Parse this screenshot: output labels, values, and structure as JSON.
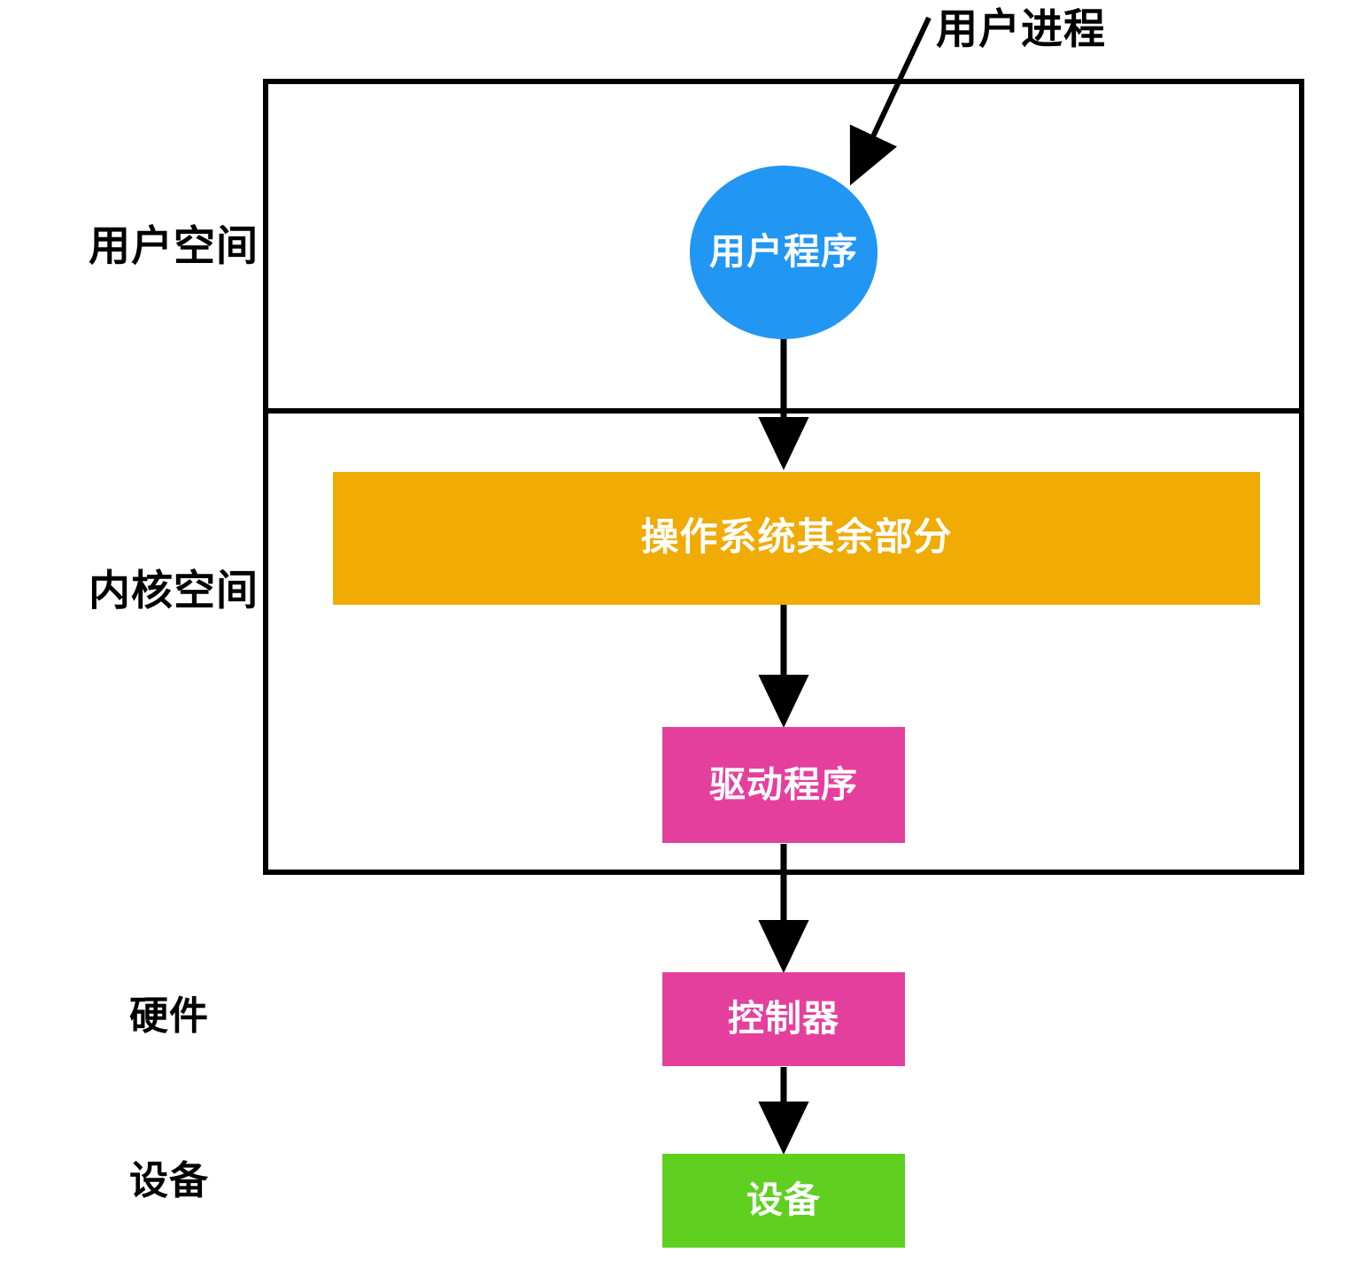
{
  "diagram": {
    "title_annotation": "用户进程",
    "zones": [
      {
        "id": "user-space",
        "label": "用户空间"
      },
      {
        "id": "kernel-space",
        "label": "内核空间"
      },
      {
        "id": "hardware",
        "label": "硬件"
      },
      {
        "id": "device",
        "label": "设备"
      }
    ],
    "nodes": [
      {
        "id": "user-program",
        "label": "用户程序",
        "shape": "ellipse",
        "fill": "#2196F3",
        "text_color": "#ffffff"
      },
      {
        "id": "os-rest",
        "label": "操作系统其余部分",
        "shape": "bar",
        "fill": "#F0AB05",
        "text_color": "#ffffff"
      },
      {
        "id": "driver",
        "label": "驱动程序",
        "shape": "rect",
        "fill": "#E53F9E",
        "text_color": "#ffffff"
      },
      {
        "id": "controller",
        "label": "控制器",
        "shape": "rect",
        "fill": "#E53F9E",
        "text_color": "#ffffff"
      },
      {
        "id": "device-box",
        "label": "设备",
        "shape": "rect",
        "fill": "#5FD020",
        "text_color": "#ffffff"
      }
    ],
    "connectors": [
      {
        "id": "user-program-to-os-rest",
        "from": "user-program",
        "to": "os-rest",
        "style": "arrow-down"
      },
      {
        "id": "os-rest-to-driver",
        "from": "os-rest",
        "to": "driver",
        "style": "arrow-down"
      },
      {
        "id": "driver-to-controller",
        "from": "driver",
        "to": "controller",
        "style": "arrow-down"
      },
      {
        "id": "controller-to-device",
        "from": "controller",
        "to": "device-box",
        "style": "arrow-down"
      },
      {
        "id": "callout-to-user-program",
        "from": "用户进程",
        "to": "user-program",
        "style": "arrow-diagonal"
      }
    ],
    "colors": {
      "stroke": "#000000",
      "background": "#ffffff",
      "blue": "#2196F3",
      "orange": "#F0AB05",
      "pink": "#E53F9E",
      "green": "#5FD020"
    }
  }
}
